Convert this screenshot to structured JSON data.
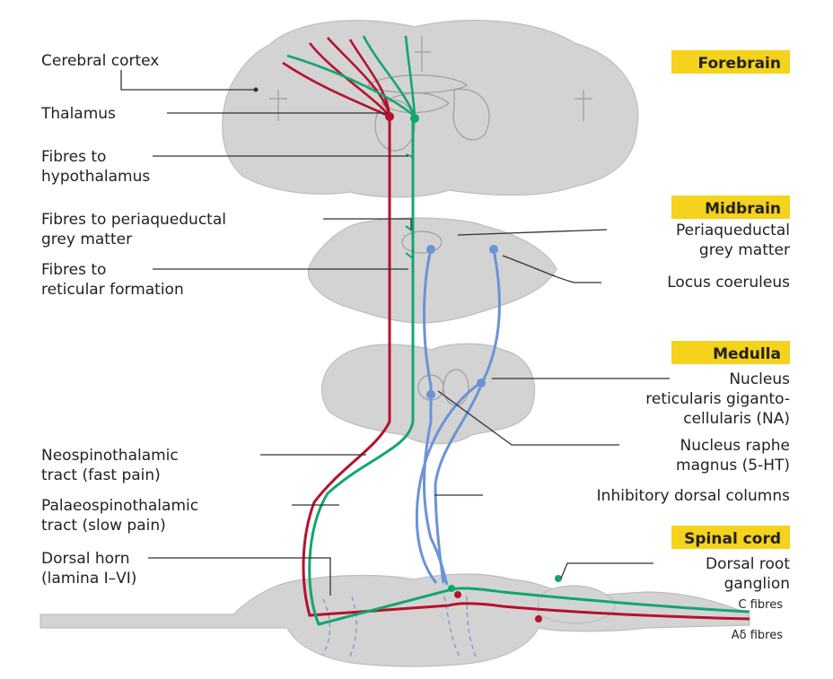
{
  "colors": {
    "red_tract": "#b5122b",
    "green_tract": "#13a56f",
    "blue_tract": "#6b93d6",
    "tissue": "#d3d3d3",
    "region_tag": "#f5d21c",
    "background_frame": "#ffffff"
  },
  "regions": {
    "forebrain": "Forebrain",
    "midbrain": "Midbrain",
    "medulla": "Medulla",
    "spinal_cord": "Spinal cord"
  },
  "labels_left": {
    "cerebral_cortex": "Cerebral cortex",
    "thalamus": "Thalamus",
    "fibres_hypo_1": "Fibres to",
    "fibres_hypo_2": "hypothalamus",
    "fibres_pag_1": "Fibres to periaqueductal",
    "fibres_pag_2": "grey matter",
    "fibres_ret_1": "Fibres to",
    "fibres_ret_2": "reticular formation",
    "neo_1": "Neospinothalamic",
    "neo_2": "tract (fast pain)",
    "palaeo_1": "Palaeospinothalamic",
    "palaeo_2": "tract (slow pain)",
    "dorsal_horn_1": "Dorsal horn",
    "dorsal_horn_2": "(lamina I–VI)"
  },
  "labels_right": {
    "pag_1": "Periaqueductal",
    "pag_2": "grey matter",
    "locus": "Locus coeruleus",
    "nrg_1": "Nucleus",
    "nrg_2": "reticularis giganto-",
    "nrg_3": "cellularis (NA)",
    "nrm_1": "Nucleus raphe",
    "nrm_2": "magnus (5-HT)",
    "inhib": "Inhibitory dorsal columns",
    "drg_1": "Dorsal root",
    "drg_2": "ganglion",
    "c_fibres": "C fibres",
    "adelta_fibres": "Aδ fibres"
  }
}
